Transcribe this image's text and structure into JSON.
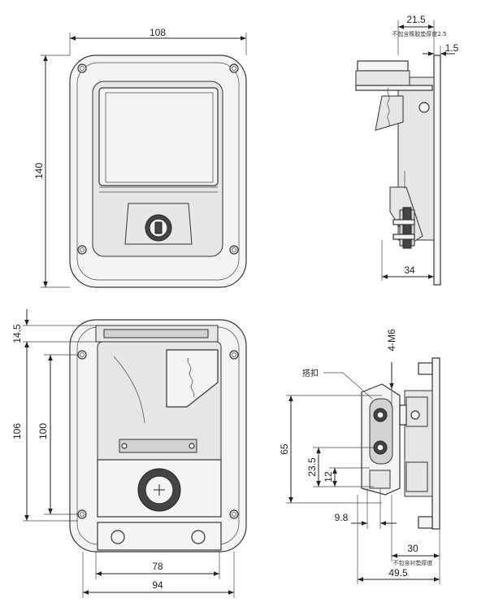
{
  "dimensions": {
    "top_width": "108",
    "top_height": "140",
    "side_depth_total": "21.5",
    "side_plate": "1.5",
    "side_depth": "34",
    "back_top_offset": "14.5",
    "back_height_outer": "106",
    "back_height_inner": "100",
    "back_width_inner": "78",
    "back_width_outer": "94",
    "thread": "4-M6",
    "sec_height": "65",
    "sec_23_5": "23.5",
    "sec_12": "12",
    "sec_9_8": "9.8",
    "sec_30": "30",
    "sec_49_5": "49.5"
  },
  "notes": {
    "excl_gasket_2_5": "不包含橡胶垫厚度2.5",
    "excl_gasket": "不包含衬垫厚度",
    "hasp": "搭扣"
  },
  "colors": {
    "line": "#222222",
    "fill": "#f4f4f4"
  }
}
